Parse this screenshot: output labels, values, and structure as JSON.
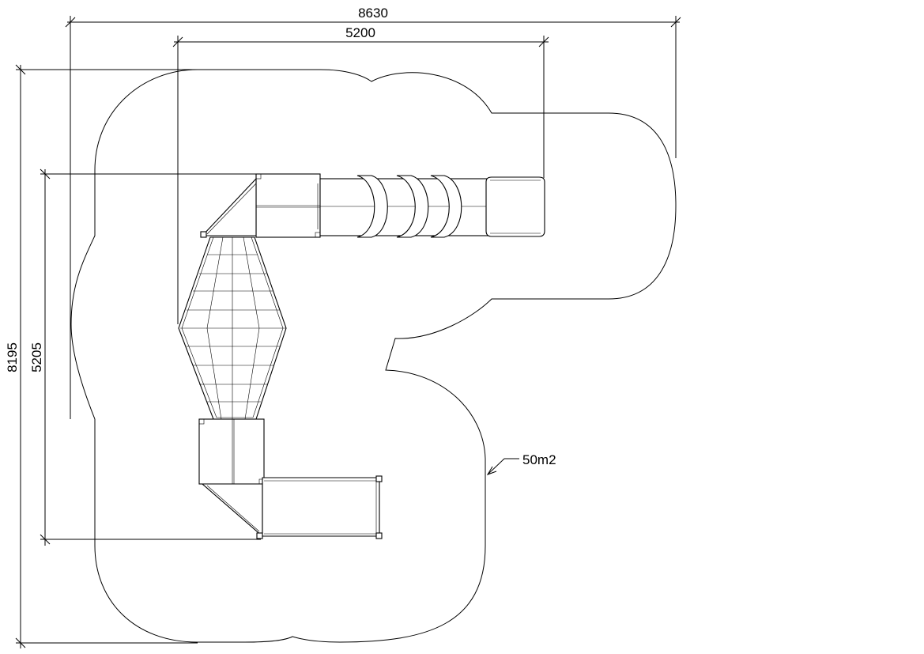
{
  "dimensions": {
    "overall_width": "8630",
    "inner_width": "5200",
    "overall_height": "8195",
    "inner_height": "5205"
  },
  "area_label": "50m2",
  "line_color": "#000000",
  "background_color": "#ffffff"
}
